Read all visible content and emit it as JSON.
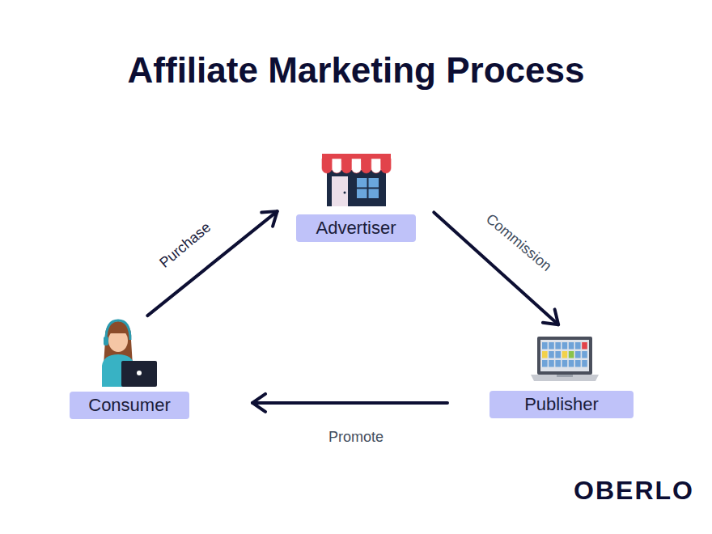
{
  "diagram": {
    "title": "Affiliate Marketing Process",
    "nodes": [
      {
        "text": [
          "Advertiser"
        ]
      },
      {
        "text": [
          "Consumer"
        ]
      },
      {
        "text": [
          "Publisher"
        ]
      }
    ],
    "edges": [
      {
        "from": 1,
        "to": 0,
        "arrow": "to",
        "label": "Purchase"
      },
      {
        "from": 0,
        "to": 2,
        "arrow": "to",
        "label": "Commission"
      },
      {
        "from": 2,
        "to": 1,
        "arrow": "to",
        "label": "Promote"
      }
    ],
    "labels": [
      "OBERLO"
    ]
  }
}
